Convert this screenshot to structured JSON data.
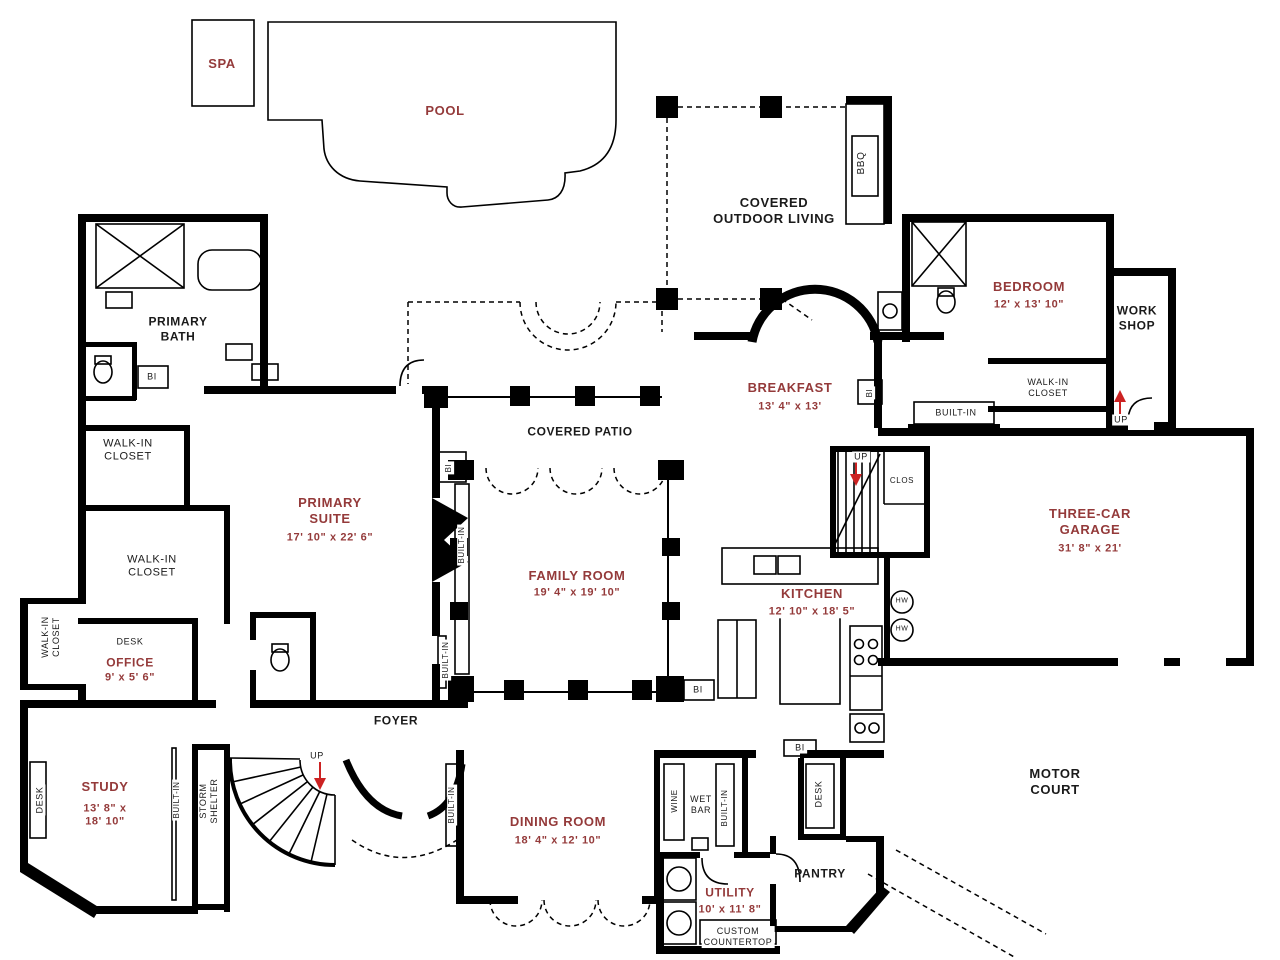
{
  "title": "Residential floor plan",
  "colors": {
    "room_label": "#943a3a",
    "wall": "#000000",
    "annotation": "#1a1a1a",
    "arrow": "#cc2222"
  },
  "labels": {
    "spa": "SPA",
    "pool": "POOL",
    "covered_outdoor_living": "COVERED\nOUTDOOR LIVING",
    "bbq": "BBQ",
    "primary_bath": "PRIMARY\nBATH",
    "bi_bath": "BI",
    "walk_in_closet_a": "WALK-IN\nCLOSET",
    "walk_in_closet_b": "WALK-IN\nCLOSET",
    "walk_in_closet_left": "WALK-IN\nCLOSET",
    "desk_office": "DESK",
    "office": "OFFICE",
    "office_dims": "9' x 5' 6\"",
    "primary_suite": "PRIMARY\nSUITE",
    "primary_suite_dims": "17' 10\" x 22' 6\"",
    "covered_patio": "COVERED PATIO",
    "bi_suite": "BI",
    "built_in_suite": "BUILT-IN",
    "built_in_suite2": "BUILT-IN",
    "breakfast": "BREAKFAST",
    "breakfast_dims": "13' 4\" x 13'",
    "bi_breakfast": "BI",
    "bedroom": "BEDROOM",
    "bedroom_dims": "12' x 13' 10\"",
    "work_shop": "WORK\nSHOP",
    "walk_in_closet_bedroom": "WALK-IN\nCLOSET",
    "built_in_bedroom": "BUILT-IN",
    "up_workshop": "UP",
    "family_room": "FAMILY ROOM",
    "family_room_dims": "19' 4\" x 19' 10\"",
    "up_stairs": "UP",
    "clos": "CLOS",
    "garage": "THREE-CAR\nGARAGE",
    "garage_dims": "31' 8\" x 21'",
    "kitchen": "KITCHEN",
    "kitchen_dims": "12' 10\" x 18' 5\"",
    "hw1": "HW",
    "hw2": "HW",
    "bi_family": "BI",
    "bi_kitchen": "BI",
    "foyer": "FOYER",
    "up_foyer": "UP",
    "study": "STUDY",
    "study_dims": "13' 8\" x\n18' 10\"",
    "desk_study": "DESK",
    "built_in_study": "BUILT-IN",
    "storm_shelter": "STORM\nSHELTER",
    "dining_room": "DINING ROOM",
    "dining_room_dims": "18' 4\" x 12' 10\"",
    "built_in_dining": "BUILT-IN",
    "wine": "WINE",
    "wet_bar": "WET\nBAR",
    "built_in_wetbar": "BUILT-IN",
    "desk_kitchen": "DESK",
    "pantry": "PANTRY",
    "utility": "UTILITY",
    "utility_dims": "10' x 11' 8\"",
    "custom_countertop": "CUSTOM\nCOUNTERTOP",
    "motor_court": "MOTOR\nCOURT"
  }
}
